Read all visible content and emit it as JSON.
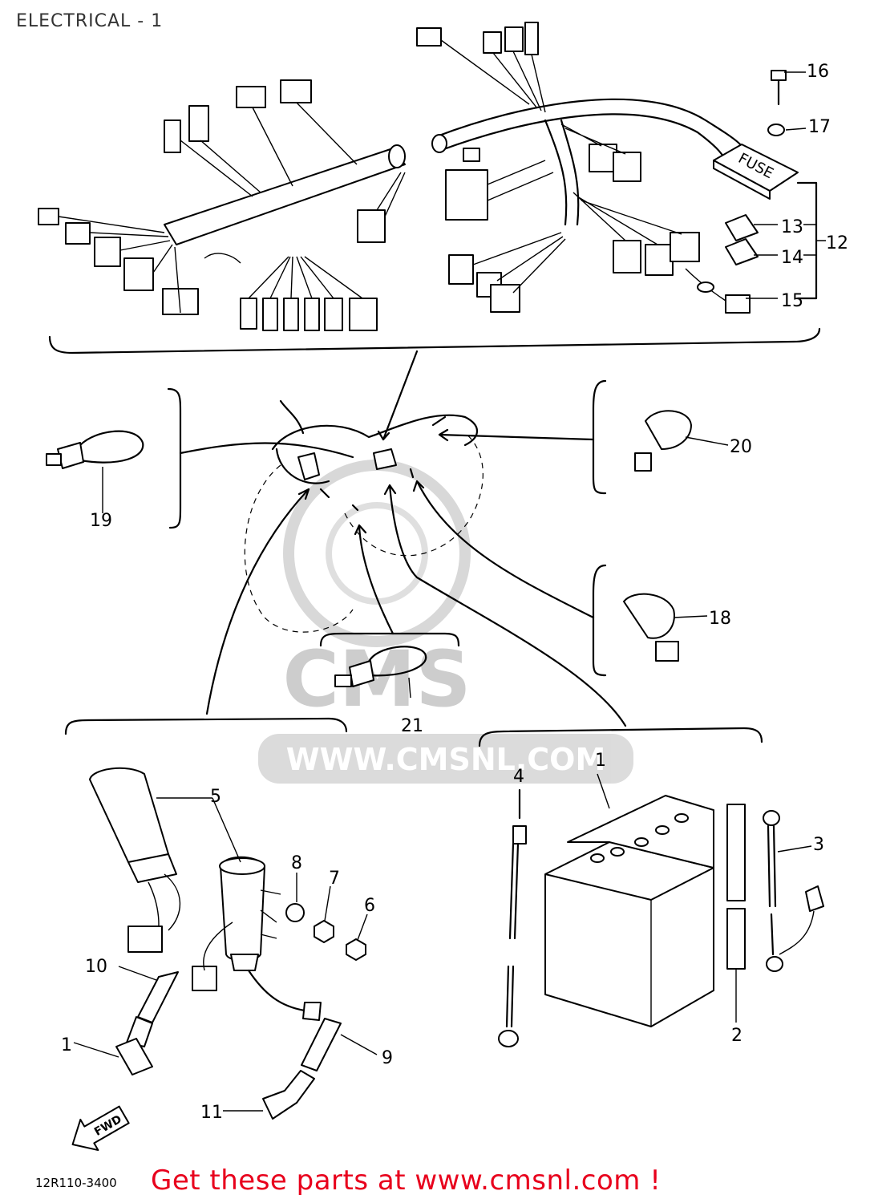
{
  "title": "ELECTRICAL - 1",
  "callouts": [
    "1",
    "2",
    "3",
    "4",
    "5",
    "6",
    "7",
    "8",
    "9",
    "10",
    "11",
    "12",
    "13",
    "14",
    "15",
    "16",
    "17",
    "18",
    "19",
    "20",
    "21",
    "1",
    "1"
  ],
  "watermark": {
    "brand": "CMS",
    "url": "WWW.CMSNL.COM"
  },
  "fuse_label": "FUSE",
  "fwd_label": "FWD",
  "footer": {
    "code": "12R110-3400",
    "cta": "Get these parts at www.cmsnl.com !"
  },
  "colors": {
    "cta": "#e8001c",
    "watermark": "#c8c8c8"
  }
}
